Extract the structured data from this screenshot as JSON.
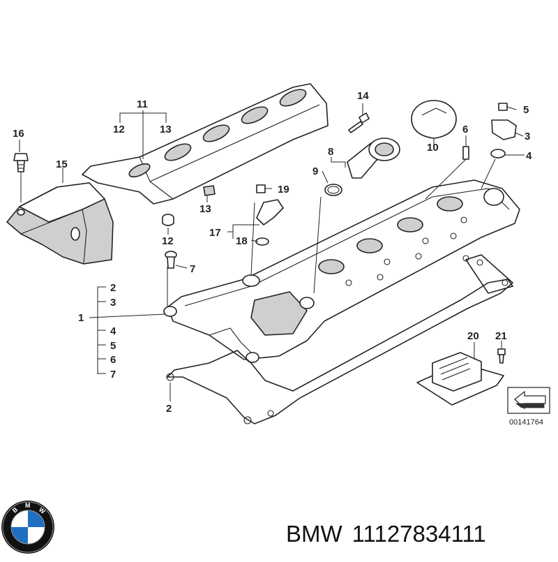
{
  "diagram": {
    "callouts": [
      {
        "id": "c11",
        "label": "11"
      },
      {
        "id": "c12a",
        "label": "12"
      },
      {
        "id": "c13a",
        "label": "13"
      },
      {
        "id": "c14",
        "label": "14"
      },
      {
        "id": "c5a",
        "label": "5"
      },
      {
        "id": "c3a",
        "label": "3"
      },
      {
        "id": "c4a",
        "label": "4"
      },
      {
        "id": "c6",
        "label": "6"
      },
      {
        "id": "c10",
        "label": "10"
      },
      {
        "id": "c16",
        "label": "16"
      },
      {
        "id": "c15",
        "label": "15"
      },
      {
        "id": "c8",
        "label": "8"
      },
      {
        "id": "c9",
        "label": "9"
      },
      {
        "id": "c19",
        "label": "19"
      },
      {
        "id": "c13b",
        "label": "13"
      },
      {
        "id": "c12b",
        "label": "12"
      },
      {
        "id": "c17",
        "label": "17"
      },
      {
        "id": "c18",
        "label": "18"
      },
      {
        "id": "c7a",
        "label": "7"
      },
      {
        "id": "c1",
        "label": "1"
      },
      {
        "id": "c2a",
        "label": "2"
      },
      {
        "id": "c3b",
        "label": "3"
      },
      {
        "id": "c4b",
        "label": "4"
      },
      {
        "id": "c5b",
        "label": "5"
      },
      {
        "id": "c6b",
        "label": "6"
      },
      {
        "id": "c7b",
        "label": "7"
      },
      {
        "id": "c2b",
        "label": "2"
      },
      {
        "id": "c20",
        "label": "20"
      },
      {
        "id": "c21",
        "label": "21"
      }
    ],
    "reference_number": "00141764"
  },
  "footer": {
    "brand": "BMW",
    "part_number": "11127834111",
    "logo_text": "BMW"
  },
  "colors": {
    "line": "#222222",
    "logo_blue": "#1f6fc1",
    "logo_ring": "#111111"
  }
}
